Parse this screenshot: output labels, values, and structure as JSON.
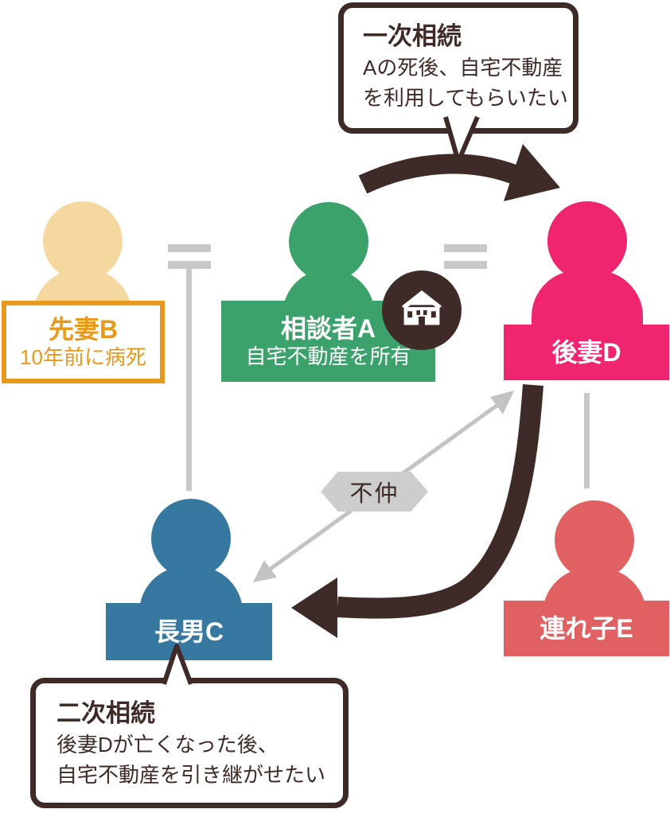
{
  "bubbles": {
    "primary": {
      "title": "一次相続",
      "lines": [
        "Aの死後、自宅不動産",
        "を利用してもらいたい"
      ]
    },
    "secondary": {
      "title": "二次相続",
      "lines": [
        "後妻Dが亡くなった後、",
        "自宅不動産を引き継がせたい"
      ]
    }
  },
  "persons": {
    "wife_b": {
      "name": "先妻B",
      "note": "10年前に病死",
      "color": "#F5D8A0",
      "accent": "#E8991C"
    },
    "consultant_a": {
      "name": "相談者A",
      "note": "自宅不動産を所有",
      "color": "#3BA26B"
    },
    "wife_d": {
      "name": "後妻D",
      "color": "#F0256F"
    },
    "son_c": {
      "name": "長男C",
      "color": "#36789F"
    },
    "stepchild_e": {
      "name": "連れ子E",
      "color": "#E16163"
    }
  },
  "relations": {
    "discord_label": "不仲"
  },
  "icons": {
    "house": "house-icon"
  },
  "colors": {
    "dark_brown": "#3E2B27",
    "line_gray": "#C8C8C8",
    "hexagon_gray": "#CDCDCD",
    "background": "#FFFFFF"
  }
}
